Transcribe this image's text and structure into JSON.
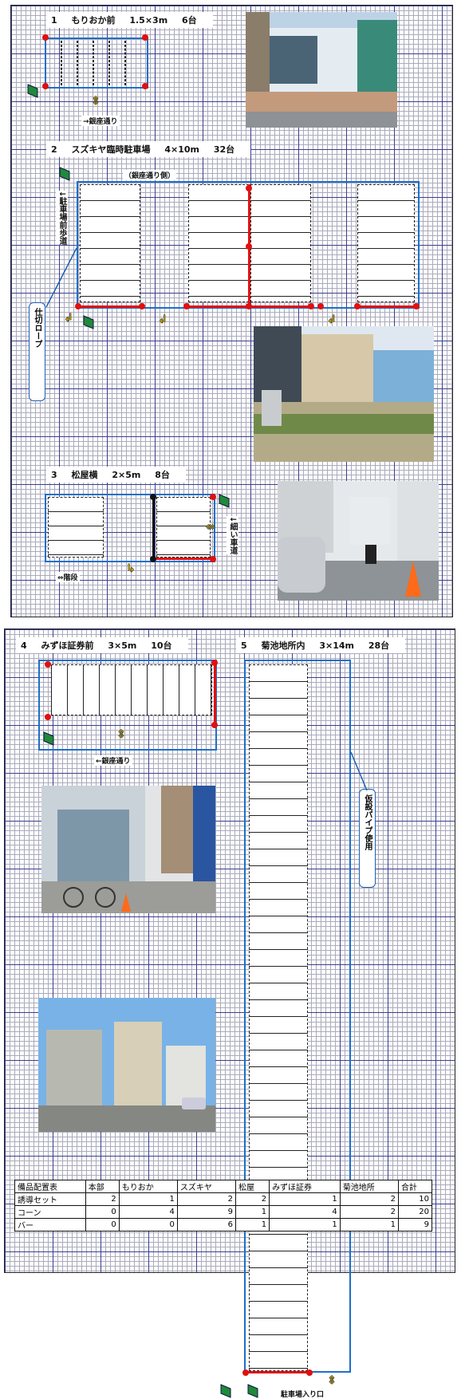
{
  "sections": [
    {
      "no": "1",
      "name": "もりおか前",
      "size": "1.5×3m",
      "count": "6台"
    },
    {
      "no": "2",
      "name": "スズキヤ臨時駐車場",
      "size": "4×10m",
      "count": "32台"
    },
    {
      "no": "3",
      "name": "松屋横",
      "size": "2×5m",
      "count": "8台"
    },
    {
      "no": "4",
      "name": "みずほ証券前",
      "size": "3×5m",
      "count": "10台"
    },
    {
      "no": "5",
      "name": "菊池地所内",
      "size": "3×14m",
      "count": "28台"
    }
  ],
  "labels": {
    "ginza1": "→銀座通り",
    "ginza_side": "（銀座通り側）",
    "parking_sidewalk": "↓駐車場前歩道",
    "rope": "仕切ロープ",
    "stairs": "⇔階段",
    "narrow_road": "↓細い車道",
    "ginza4": "←銀座通り",
    "pipe": "仮設パイプ使用",
    "entrance": "駐車場入り口"
  },
  "table": {
    "headers": [
      "備品配置表",
      "本部",
      "もりおか",
      "スズキヤ",
      "松屋",
      "みずほ証券",
      "菊池地所",
      "合計"
    ],
    "rows": [
      [
        "誘導セット",
        "2",
        "1",
        "2",
        "2",
        "1",
        "2",
        "10"
      ],
      [
        "コーン",
        "0",
        "4",
        "9",
        "1",
        "4",
        "2",
        "20"
      ],
      [
        "バー",
        "0",
        "0",
        "6",
        "1",
        "1",
        "1",
        "9"
      ]
    ]
  },
  "colors": {
    "lot": "#1e6fc8",
    "marker": "#e01010",
    "flag": "#1f8a3a",
    "arrow": "#e6c200"
  }
}
